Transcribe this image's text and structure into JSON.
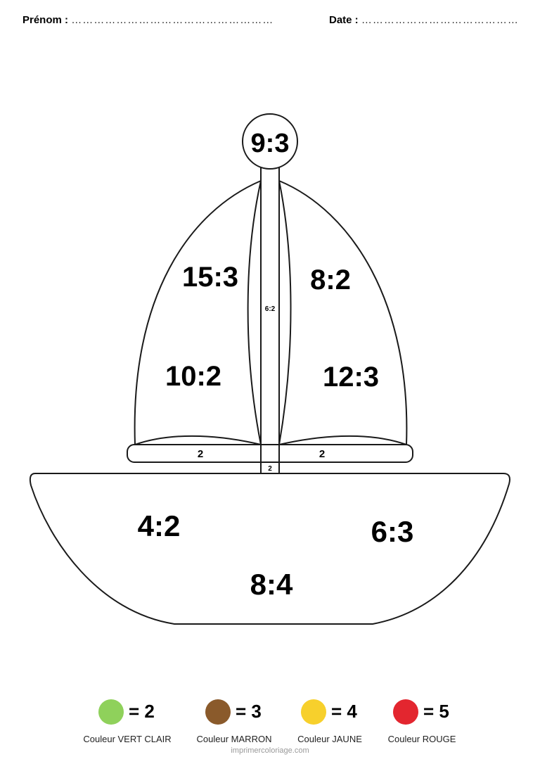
{
  "header": {
    "name_label": "Prénom :",
    "name_dots": "………………………………………………",
    "date_label": "Date :",
    "date_dots": "……………………………………"
  },
  "boat": {
    "top_circle": "9:3",
    "sail_left_top": "15:3",
    "sail_left_bottom": "10:2",
    "sail_right_top": "8:2",
    "sail_right_bottom": "12:3",
    "mast": "6:2",
    "boom_left": "2",
    "boom_right": "2",
    "mast_base": "2",
    "hull_left": "4:2",
    "hull_right": "6:3",
    "hull_center": "8:4"
  },
  "legend": [
    {
      "value": "= 2",
      "label": "Couleur VERT CLAIR",
      "color": "#8fd15b"
    },
    {
      "value": "= 3",
      "label": "Couleur MARRON",
      "color": "#8a5a2b"
    },
    {
      "value": "= 4",
      "label": "Couleur JAUNE",
      "color": "#f7d02c"
    },
    {
      "value": "= 5",
      "label": "Couleur ROUGE",
      "color": "#e3262f"
    }
  ],
  "footer": "imprimercoloriage.com"
}
